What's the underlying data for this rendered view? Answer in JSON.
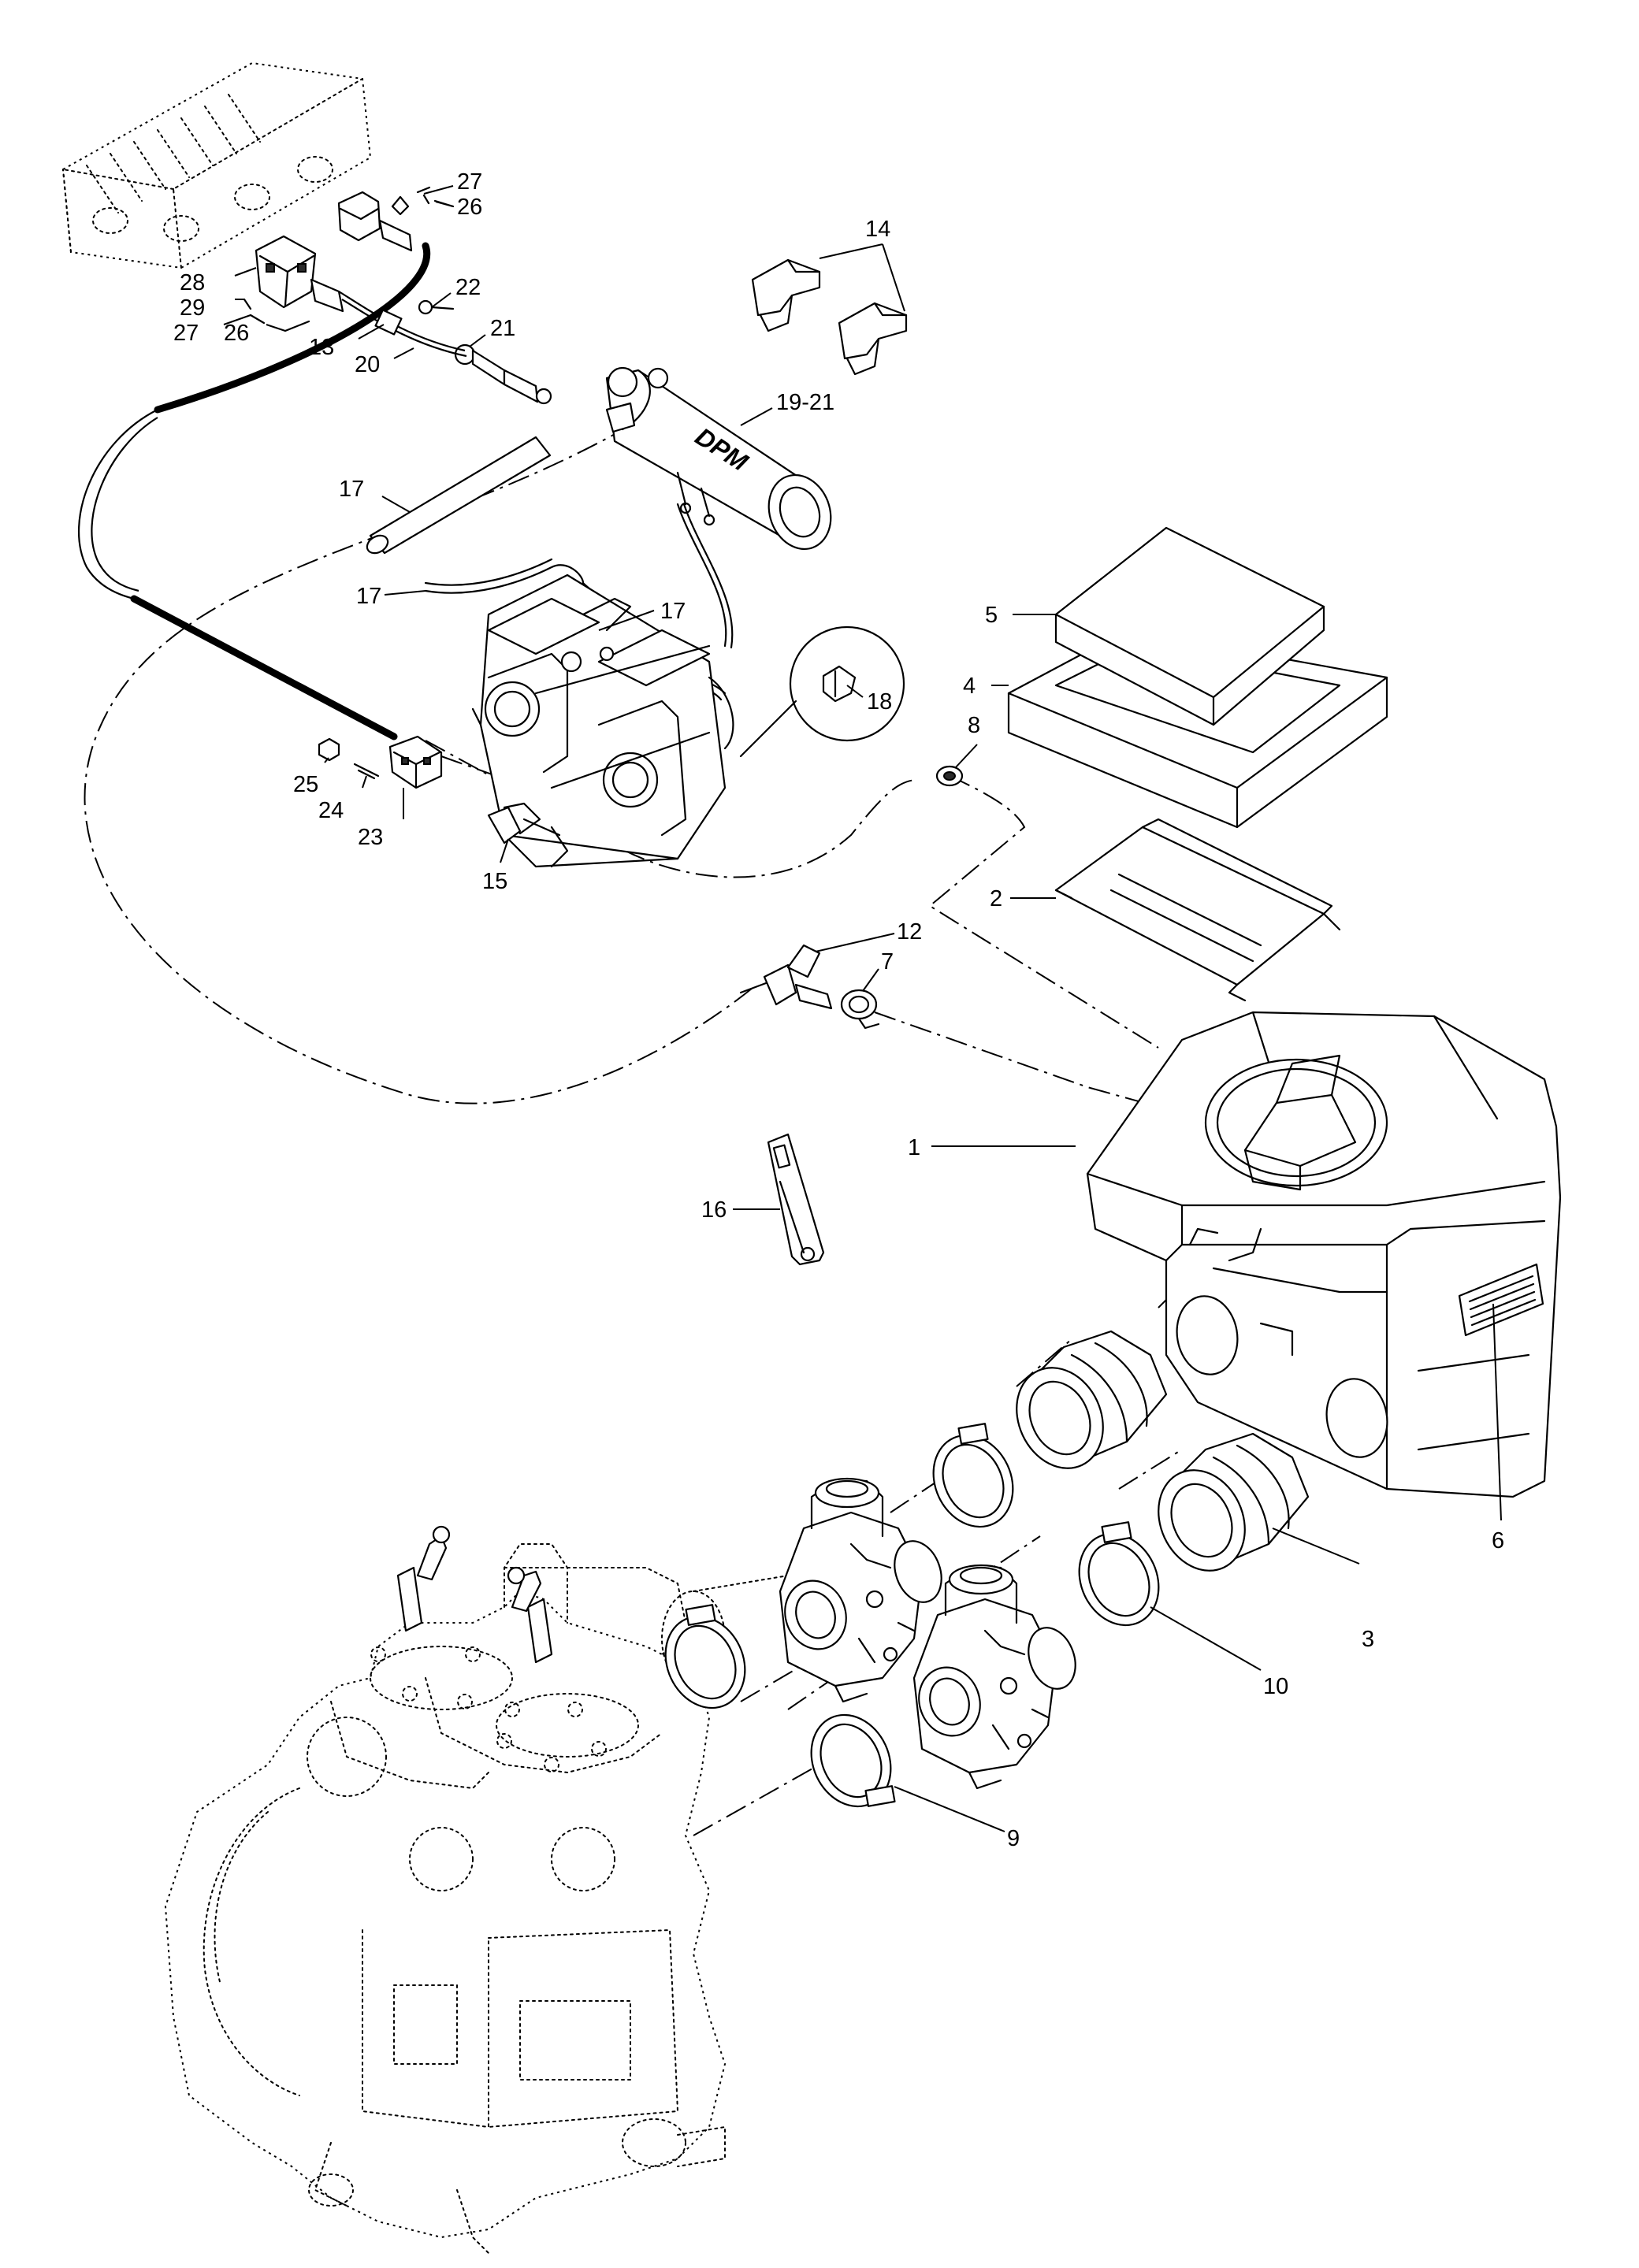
{
  "diagram": {
    "callouts": [
      {
        "id": "27a",
        "text": "27"
      },
      {
        "id": "26a",
        "text": "26"
      },
      {
        "id": "14",
        "text": "14"
      },
      {
        "id": "28",
        "text": "28"
      },
      {
        "id": "29",
        "text": "29"
      },
      {
        "id": "27b",
        "text": "27"
      },
      {
        "id": "26b",
        "text": "26"
      },
      {
        "id": "22",
        "text": "22"
      },
      {
        "id": "21",
        "text": "21"
      },
      {
        "id": "13",
        "text": "13"
      },
      {
        "id": "20",
        "text": "20"
      },
      {
        "id": "19-21",
        "text": "19-21"
      },
      {
        "id": "17a",
        "text": "17"
      },
      {
        "id": "17b",
        "text": "17"
      },
      {
        "id": "17c",
        "text": "17"
      },
      {
        "id": "5",
        "text": "5"
      },
      {
        "id": "4",
        "text": "4"
      },
      {
        "id": "18",
        "text": "18"
      },
      {
        "id": "8",
        "text": "8"
      },
      {
        "id": "25",
        "text": "25"
      },
      {
        "id": "24",
        "text": "24"
      },
      {
        "id": "23",
        "text": "23"
      },
      {
        "id": "15",
        "text": "15"
      },
      {
        "id": "2",
        "text": "2"
      },
      {
        "id": "12",
        "text": "12"
      },
      {
        "id": "7",
        "text": "7"
      },
      {
        "id": "1",
        "text": "1"
      },
      {
        "id": "16",
        "text": "16"
      },
      {
        "id": "6",
        "text": "6"
      },
      {
        "id": "3",
        "text": "3"
      },
      {
        "id": "10",
        "text": "10"
      },
      {
        "id": "9",
        "text": "9"
      }
    ],
    "logo_text": "DPM"
  }
}
